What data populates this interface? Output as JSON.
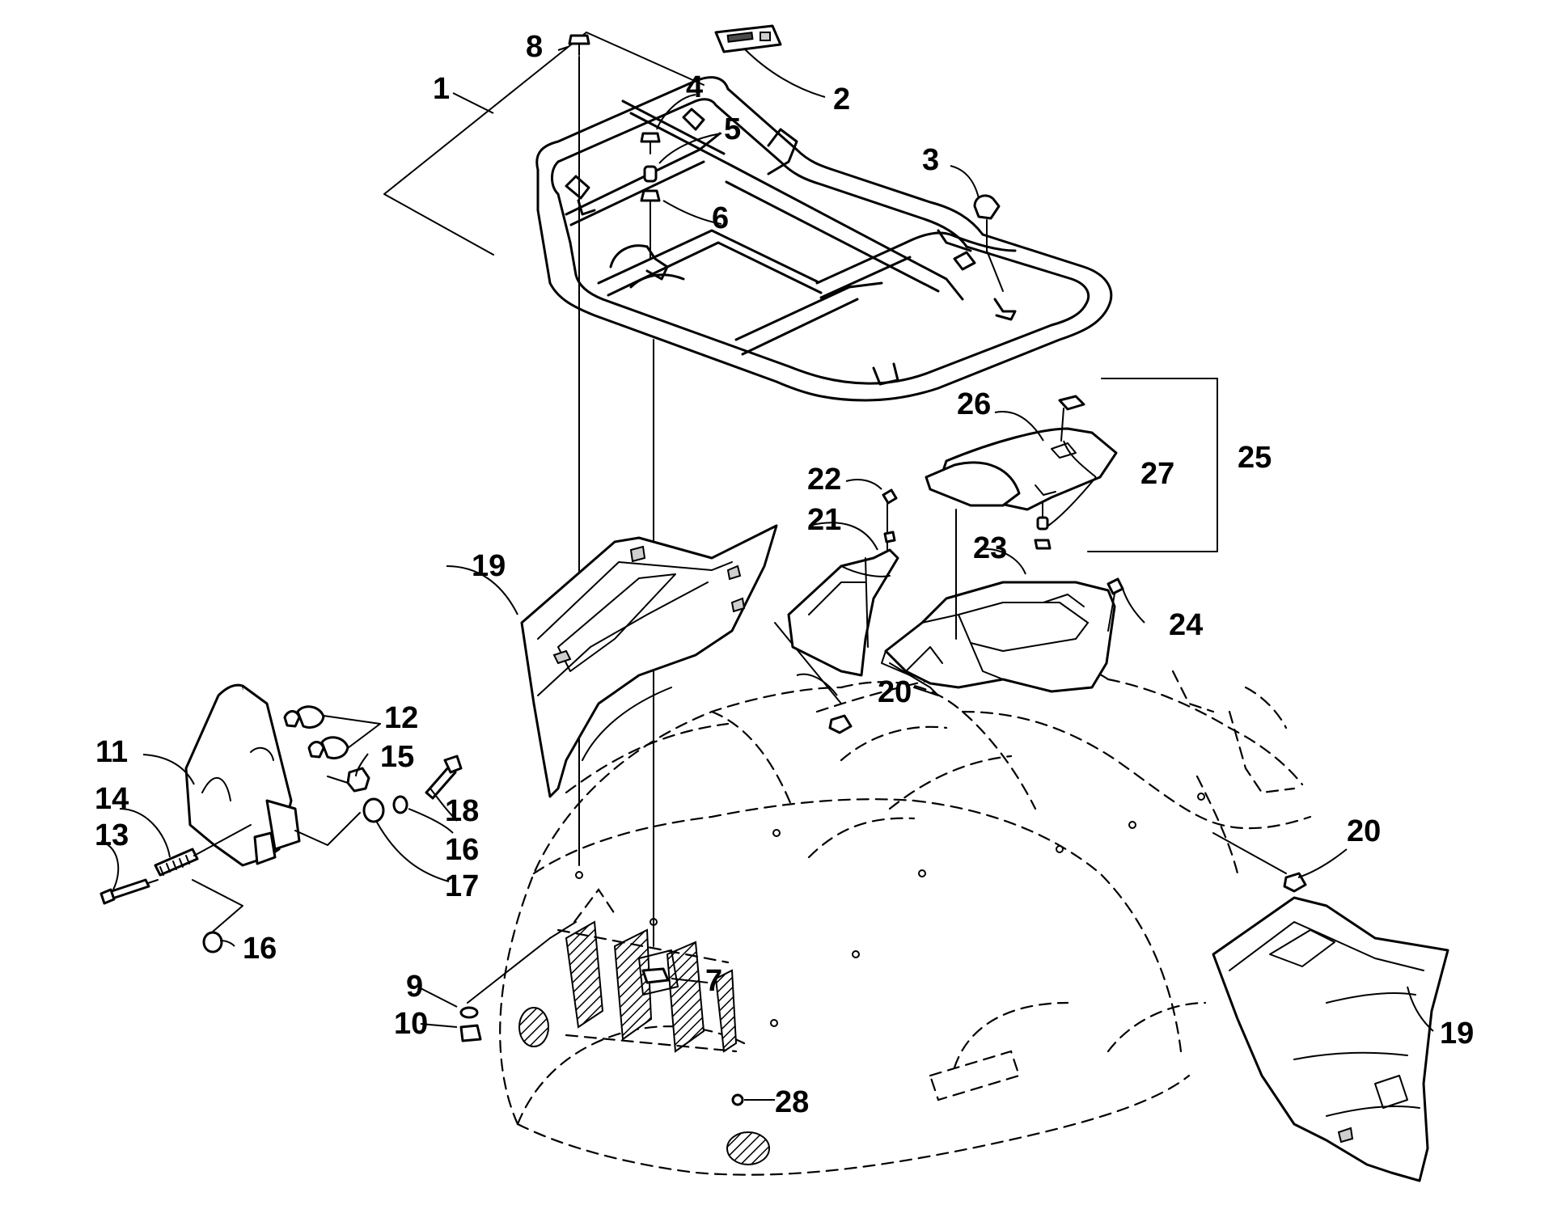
{
  "callouts": [
    {
      "id": "c1",
      "text": "1"
    },
    {
      "id": "c2",
      "text": "2"
    },
    {
      "id": "c3",
      "text": "3"
    },
    {
      "id": "c4",
      "text": "4"
    },
    {
      "id": "c5",
      "text": "5"
    },
    {
      "id": "c6",
      "text": "6"
    },
    {
      "id": "c7",
      "text": "7"
    },
    {
      "id": "c8",
      "text": "8"
    },
    {
      "id": "c9",
      "text": "9"
    },
    {
      "id": "c10",
      "text": "10"
    },
    {
      "id": "c11",
      "text": "11"
    },
    {
      "id": "c12",
      "text": "12"
    },
    {
      "id": "c13",
      "text": "13"
    },
    {
      "id": "c14",
      "text": "14"
    },
    {
      "id": "c15",
      "text": "15"
    },
    {
      "id": "c16a",
      "text": "16"
    },
    {
      "id": "c16b",
      "text": "16"
    },
    {
      "id": "c17",
      "text": "17"
    },
    {
      "id": "c18",
      "text": "18"
    },
    {
      "id": "c19a",
      "text": "19"
    },
    {
      "id": "c19b",
      "text": "19"
    },
    {
      "id": "c20a",
      "text": "20"
    },
    {
      "id": "c20b",
      "text": "20"
    },
    {
      "id": "c21",
      "text": "21"
    },
    {
      "id": "c22",
      "text": "22"
    },
    {
      "id": "c23",
      "text": "23"
    },
    {
      "id": "c24",
      "text": "24"
    },
    {
      "id": "c25",
      "text": "25"
    },
    {
      "id": "c26",
      "text": "26"
    },
    {
      "id": "c27",
      "text": "27"
    },
    {
      "id": "c28",
      "text": "28"
    }
  ],
  "colors": {
    "line": "#000000",
    "background": "#ffffff",
    "shade": "#cfcfcf"
  }
}
